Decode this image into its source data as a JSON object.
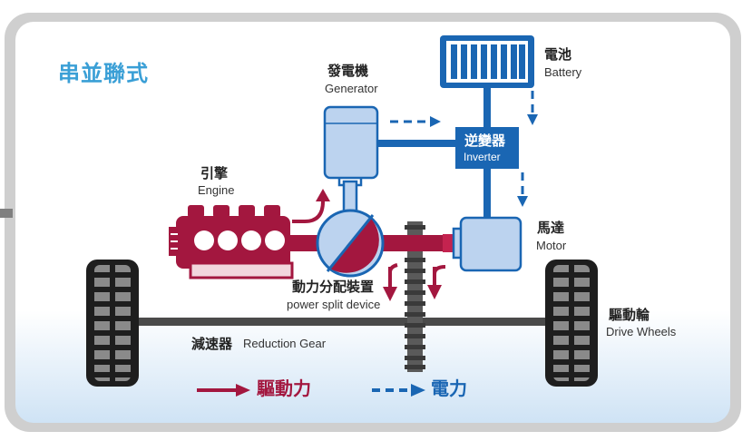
{
  "title": "串並聯式",
  "components": {
    "battery": {
      "zh": "電池",
      "en": "Battery"
    },
    "generator": {
      "zh": "發電機",
      "en": "Generator"
    },
    "inverter": {
      "zh": "逆變器",
      "en": "Inverter"
    },
    "engine": {
      "zh": "引擎",
      "en": "Engine"
    },
    "motor": {
      "zh": "馬達",
      "en": "Motor"
    },
    "power_split": {
      "zh": "動力分配裝置",
      "en": "power split device"
    },
    "drive_wheels": {
      "zh": "驅動輪",
      "en": "Drive Wheels"
    },
    "reduction_gear": {
      "zh": "減速器",
      "en": "Reduction Gear"
    }
  },
  "legend": {
    "drive_power": "驅動力",
    "electric_power": "電力"
  },
  "colors": {
    "title": "#3a9fd6",
    "mechanical": "#a3173f",
    "electrical": "#1a66b3",
    "component_fill": "#bcd3ef",
    "frame": "#cfcfcf"
  }
}
